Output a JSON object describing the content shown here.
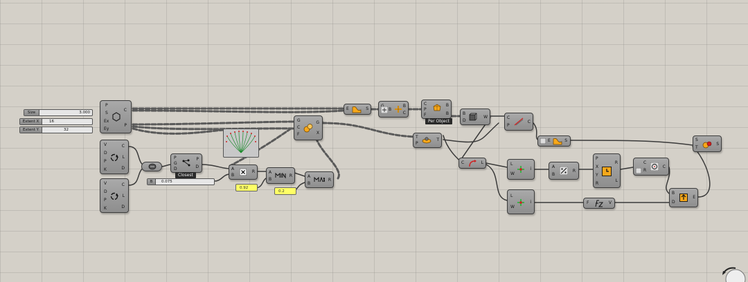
{
  "sliders": {
    "size": {
      "label": "Size",
      "value": "3.000"
    },
    "extent_x": {
      "label": "Extent X",
      "value": "16"
    },
    "extent_y": {
      "label": "Extent Y",
      "value": "32"
    },
    "b": {
      "label": "B",
      "value": "0.075"
    }
  },
  "panels": {
    "p1": "0.92",
    "p2": "0.2"
  },
  "tooltips": {
    "closest": "Closest",
    "per_object": "Per Object"
  },
  "ports": {
    "hex_grid": {
      "in": [
        "P",
        "S",
        "Ex",
        "Ey"
      ],
      "out": [
        "C",
        "P"
      ]
    },
    "curve1": {
      "in": [
        "V",
        "D",
        "P",
        "K"
      ],
      "out": [
        "C",
        "L",
        "D"
      ]
    },
    "curve2": {
      "in": [
        "V",
        "D",
        "P",
        "K"
      ],
      "out": [
        "C",
        "L",
        "D"
      ]
    },
    "closest": {
      "in": [
        "P",
        "G",
        "D"
      ],
      "out": [
        "P",
        "D"
      ]
    },
    "multiply": {
      "in": [
        "A",
        "B"
      ],
      "out": [
        "R"
      ]
    },
    "min": {
      "in": [
        "A",
        "B"
      ],
      "out": [
        "R"
      ]
    },
    "max": {
      "in": [
        "A",
        "B"
      ],
      "out": [
        "R"
      ]
    },
    "cluster": {
      "in": [
        "G",
        "C",
        "F"
      ],
      "out": [
        "G",
        "X"
      ]
    },
    "surf1": {
      "in": [
        "E"
      ],
      "out": [
        "S"
      ]
    },
    "move": {
      "in": [
        "G",
        "B"
      ],
      "out": [
        "B",
        "C"
      ]
    },
    "per_object": {
      "in": [
        "C",
        "P",
        "F"
      ],
      "out": [
        "B",
        "B"
      ]
    },
    "box": {
      "in": [
        "B",
        "D"
      ],
      "out": [
        "W"
      ]
    },
    "deform": {
      "in": [
        "T",
        "P"
      ],
      "out": [
        "T"
      ]
    },
    "extrude": {
      "in": [
        "C",
        "P"
      ],
      "out": [
        "C"
      ]
    },
    "surf2": {
      "in": [
        "E"
      ],
      "out": [
        "S"
      ]
    },
    "curve_rev": {
      "in": [
        "C"
      ],
      "out": [
        "L"
      ]
    },
    "line1": {
      "in": [
        "L",
        "W"
      ],
      "out": [
        "i"
      ]
    },
    "line2": {
      "in": [
        "L",
        "W"
      ],
      "out": [
        "i"
      ]
    },
    "division": {
      "in": [
        "A",
        "B"
      ],
      "out": [
        "R"
      ]
    },
    "graph": {
      "in": [
        "P",
        "X",
        "Y",
        "R"
      ],
      "out": [
        "R",
        "L"
      ]
    },
    "construct": {
      "in": [
        "C",
        "R"
      ],
      "out": [
        "C"
      ]
    },
    "fz": {
      "in": [
        "F"
      ],
      "out": [
        "V"
      ]
    },
    "item": {
      "in": [
        "B",
        "D"
      ],
      "out": [
        "E"
      ]
    },
    "final": {
      "in": [
        "S",
        "T"
      ],
      "out": [
        "S"
      ]
    }
  },
  "colors": {
    "canvas": "#d4d0c8",
    "component": "#9a9a9a",
    "panel": "#ffff66",
    "icon_orange": "#f7a81b"
  }
}
